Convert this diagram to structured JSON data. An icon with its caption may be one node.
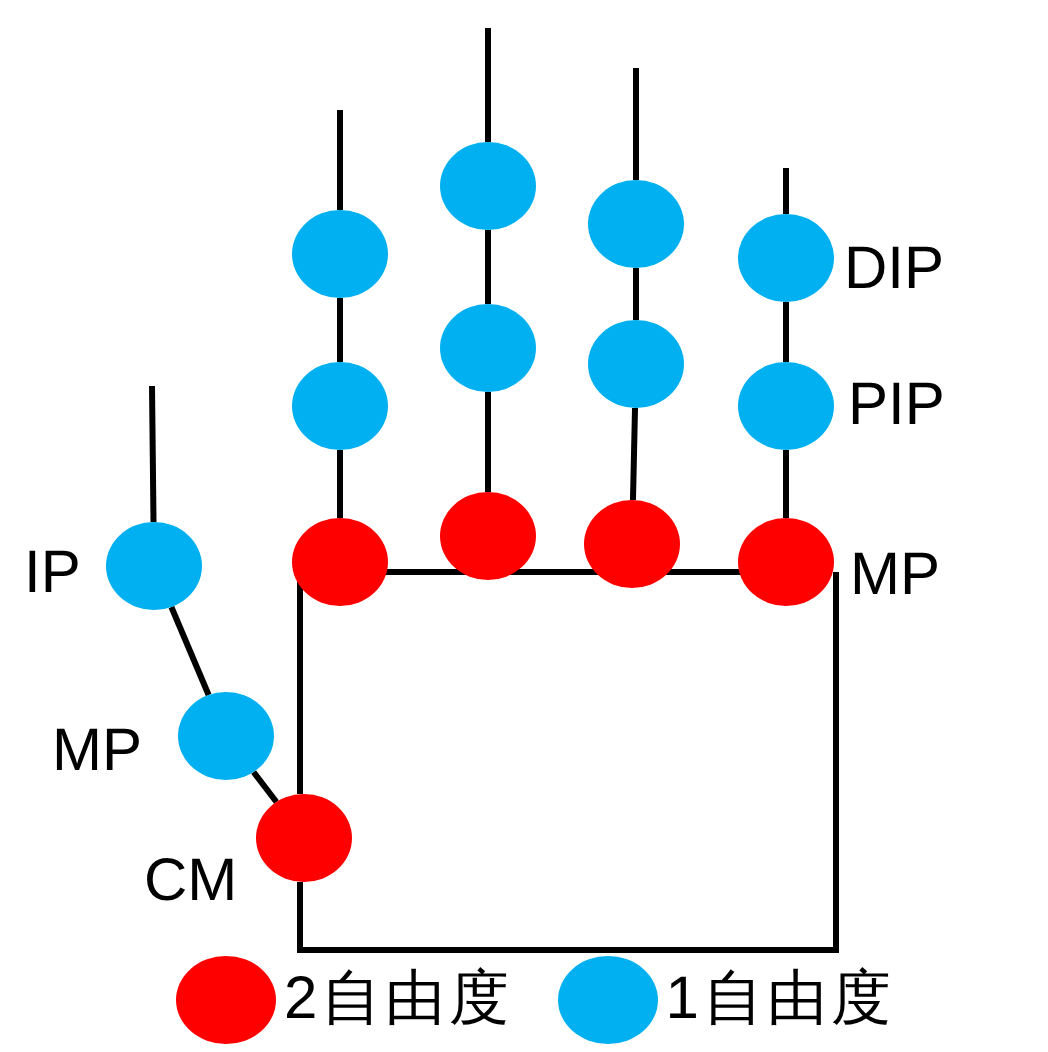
{
  "diagram": {
    "nodes": [
      {
        "text": [],
        "shape": "circle"
      },
      {
        "text": [],
        "shape": "circle"
      },
      {
        "text": [],
        "shape": "circle"
      },
      {
        "text": [],
        "shape": "circle",
        "beside": [
          "DIP"
        ]
      },
      {
        "text": [],
        "shape": "circle"
      },
      {
        "text": [],
        "shape": "circle"
      },
      {
        "text": [],
        "shape": "circle"
      },
      {
        "text": [],
        "shape": "circle",
        "beside": [
          "PIP"
        ]
      },
      {
        "text": [],
        "shape": "circle",
        "beside": [
          "IP"
        ]
      },
      {
        "text": [],
        "shape": "circle"
      },
      {
        "text": [],
        "shape": "circle"
      },
      {
        "text": [],
        "shape": "circle"
      },
      {
        "text": [],
        "shape": "circle",
        "beside": [
          "MP"
        ]
      },
      {
        "text": [],
        "shape": "circle",
        "beside": [
          "MP"
        ]
      },
      {
        "text": [],
        "shape": "circle",
        "beside": [
          "CM"
        ]
      }
    ],
    "edges": [
      {
        "from": null,
        "to": 0,
        "arrow": "none"
      },
      {
        "from": null,
        "to": 1,
        "arrow": "none"
      },
      {
        "from": null,
        "to": 2,
        "arrow": "none"
      },
      {
        "from": null,
        "to": 3,
        "arrow": "none"
      },
      {
        "from": 0,
        "to": 4,
        "arrow": "none"
      },
      {
        "from": 1,
        "to": 5,
        "arrow": "none"
      },
      {
        "from": 2,
        "to": 6,
        "arrow": "none"
      },
      {
        "from": 3,
        "to": 7,
        "arrow": "none"
      },
      {
        "from": 4,
        "to": 9,
        "arrow": "none"
      },
      {
        "from": 5,
        "to": 10,
        "arrow": "none"
      },
      {
        "from": 6,
        "to": 11,
        "arrow": "none"
      },
      {
        "from": 7,
        "to": 12,
        "arrow": "none"
      },
      {
        "from": null,
        "to": 8,
        "arrow": "none"
      },
      {
        "from": 8,
        "to": 13,
        "arrow": "none"
      },
      {
        "from": 13,
        "to": 14,
        "arrow": "none"
      }
    ],
    "legend": [
      {
        "text": "2自由度",
        "color": "#ff0000"
      },
      {
        "text": "1自由度",
        "color": "#00b0f0"
      }
    ]
  }
}
